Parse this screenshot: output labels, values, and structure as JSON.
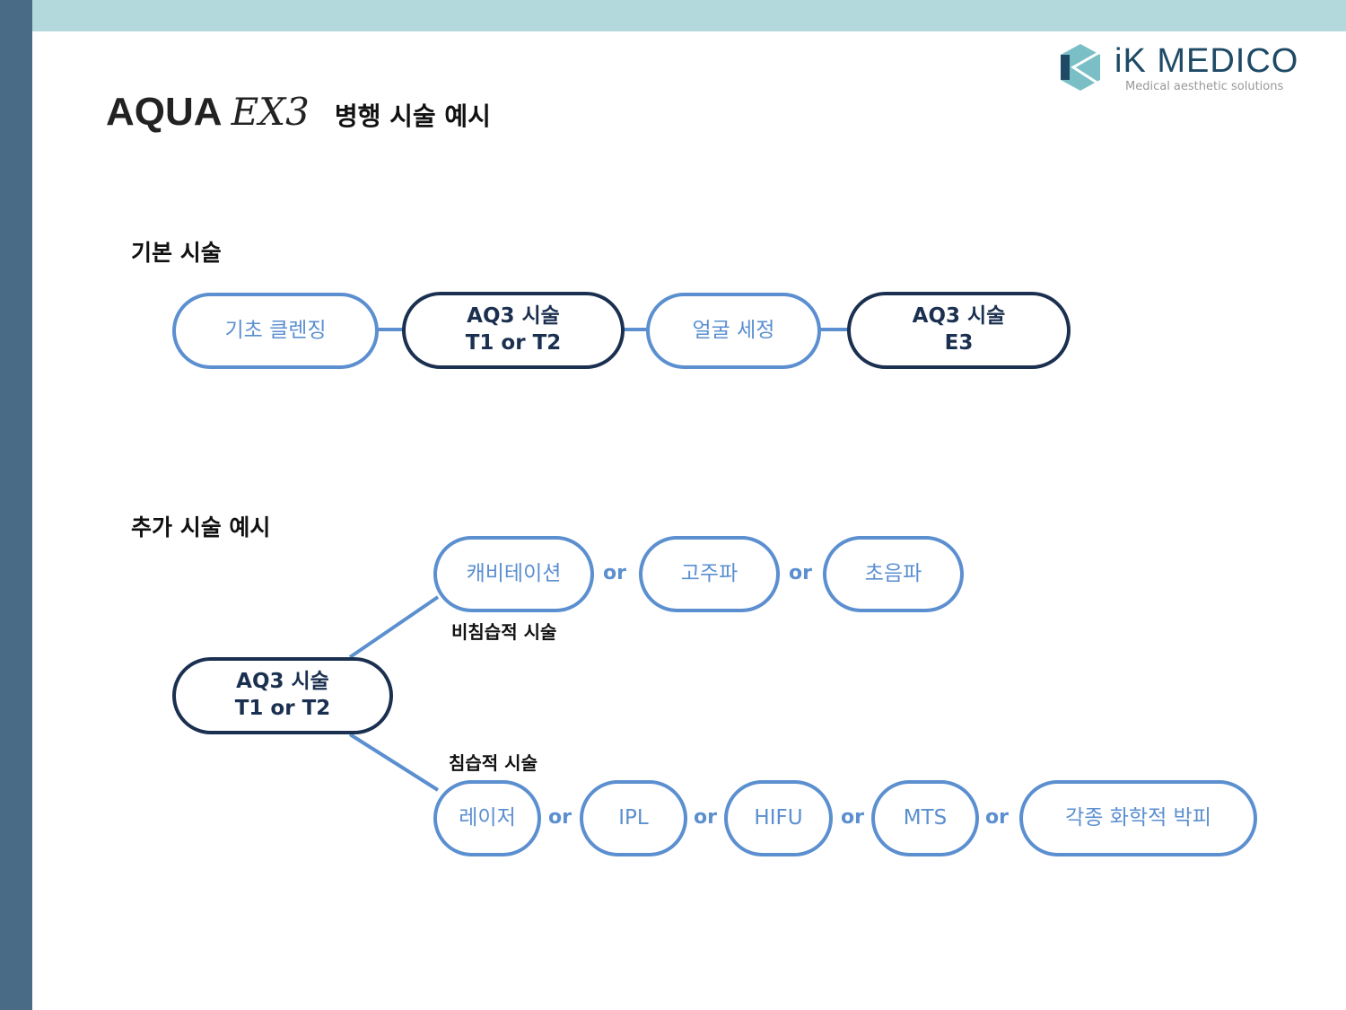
{
  "header": {
    "brand": "AQUA",
    "brand_script": "EX3",
    "title": "병행 시술 예시"
  },
  "logo": {
    "name": "iK MEDICO",
    "tagline": "Medical aesthetic solutions"
  },
  "basic": {
    "heading": "기본 시술",
    "steps": [
      {
        "line1": "기초 클렌징"
      },
      {
        "line1": "AQ3 시술",
        "line2": "T1 or T2"
      },
      {
        "line1": "얼굴 세정"
      },
      {
        "line1": "AQ3 시술",
        "line2": "E3"
      }
    ]
  },
  "extra": {
    "heading": "추가 시술 예시",
    "main": {
      "line1": "AQ3 시술",
      "line2": "T1 or T2"
    },
    "noninvasive": {
      "label": "비침습적 시술",
      "options": [
        "캐비테이션",
        "고주파",
        "초음파"
      ]
    },
    "invasive": {
      "label": "침습적 시술",
      "options": [
        "레이저",
        "IPL",
        "HIFU",
        "MTS",
        "각종 화학적 박피"
      ]
    },
    "or": "or"
  },
  "colors": {
    "light": "#5b8fd0",
    "dark": "#1b3050",
    "topbar": "#b3d9dc",
    "sidebar": "#4a6b85"
  }
}
